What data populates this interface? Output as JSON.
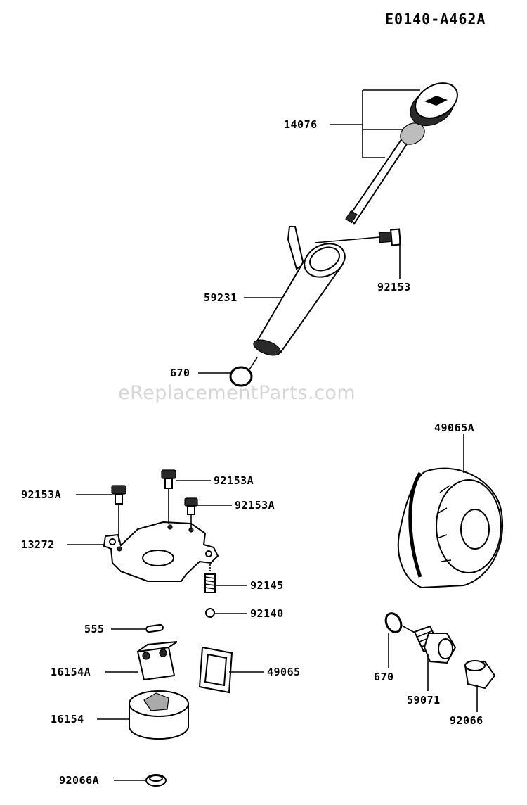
{
  "diagram_code": "E0140-A462A",
  "watermark": "eReplacementParts.com",
  "labels": {
    "p14076": "14076",
    "p92153": "92153",
    "p59231": "59231",
    "p670_top": "670",
    "p49065A": "49065A",
    "p92153A_a": "92153A",
    "p92153A_b": "92153A",
    "p92153A_c": "92153A",
    "p13272": "13272",
    "p92145": "92145",
    "p92140": "92140",
    "p555": "555",
    "p16154A": "16154A",
    "p49065": "49065",
    "p16154": "16154",
    "p92066A": "92066A",
    "p670_low": "670",
    "p59071": "59071",
    "p92066": "92066"
  }
}
